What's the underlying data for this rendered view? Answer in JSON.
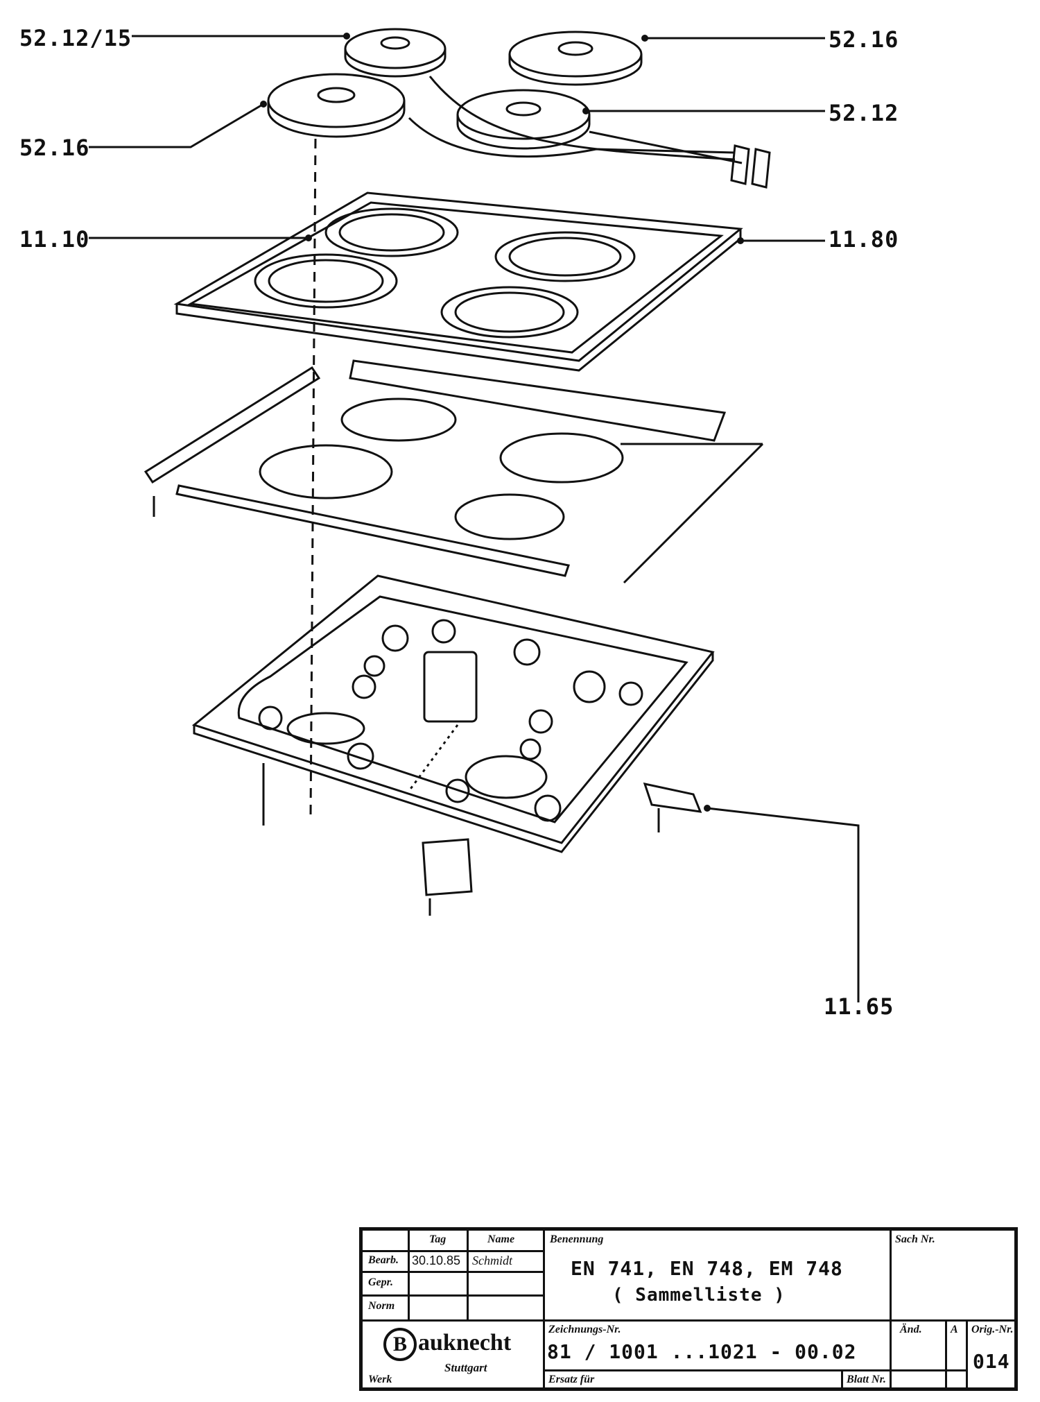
{
  "callouts": {
    "c1": "52.12/15",
    "c2": "52.16",
    "c3": "52.16",
    "c4": "52.12",
    "c5": "11.10",
    "c6": "11.80",
    "c7": "11.65"
  },
  "title_block": {
    "head_tag": "Tag",
    "head_name": "Name",
    "row_bearb": "Bearb.",
    "row_gepr": "Gepr.",
    "row_norm": "Norm",
    "bearb_date": "30.10.85",
    "bearb_name": "Schmidt",
    "benennung_label": "Benennung",
    "benennung_line1": "EN 741, EN 748, EM 748",
    "benennung_line2": "( Sammelliste )",
    "sach_label": "Sach Nr.",
    "zeichnung_label": "Zeichnungs-Nr.",
    "zeichnung_value": "81 / 1001 ...1021 - 00.02",
    "aend_label": "Änd.",
    "a_label": "A",
    "orig_label": "Orig.-Nr.",
    "orig_value": "014",
    "ersatz_label": "Ersatz für",
    "blatt_label": "Blatt Nr.",
    "werk_label": "Werk",
    "logo_letter": "B",
    "logo_text": "auknecht",
    "city": "Stuttgart"
  }
}
